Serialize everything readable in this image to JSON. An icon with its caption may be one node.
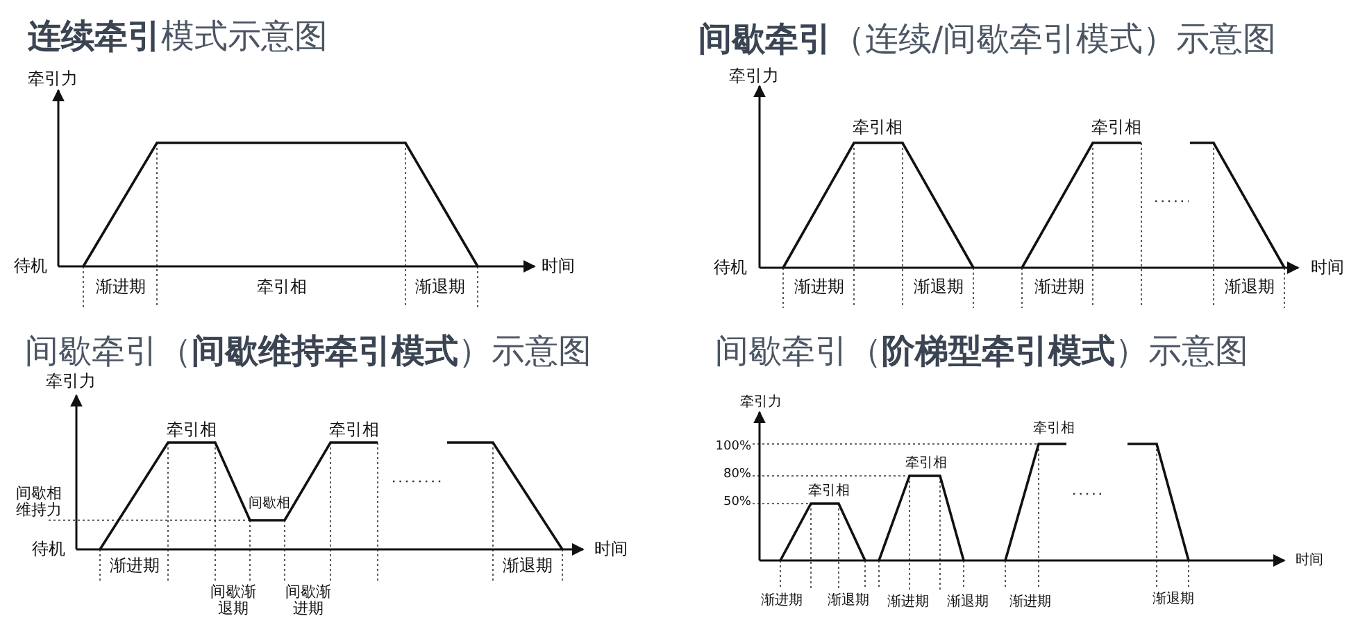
{
  "diagram": {
    "labels": [
      "**连续牵引**模式示意图",
      "牵引力",
      "待机",
      "时间",
      "渐进期",
      "牵引相",
      "渐退期",
      "**间歇牵引**（连续/间歇牵引模式）示意图",
      "牵引力",
      "牵引相",
      "牵引相",
      "待机",
      "时间",
      "渐进期",
      "渐退期",
      "渐进期",
      "渐退期",
      "间歇牵引（**间歇维持牵引模式**）示意图",
      "牵引力",
      "牵引相",
      "牵引相",
      "间歇相维持力",
      "间歇相",
      "待机",
      "时间",
      "渐进期",
      "渐退期",
      "间歇渐退期",
      "间歇渐进期",
      "间歇牵引（**阶梯型牵引模式**）示意图",
      "牵引力",
      "牵引相",
      "100%",
      "牵引相",
      "80%",
      "牵引相",
      "50%",
      "时间",
      "渐进期",
      "渐退期",
      "渐进期",
      "渐退期",
      "渐进期",
      "渐退期"
    ]
  }
}
